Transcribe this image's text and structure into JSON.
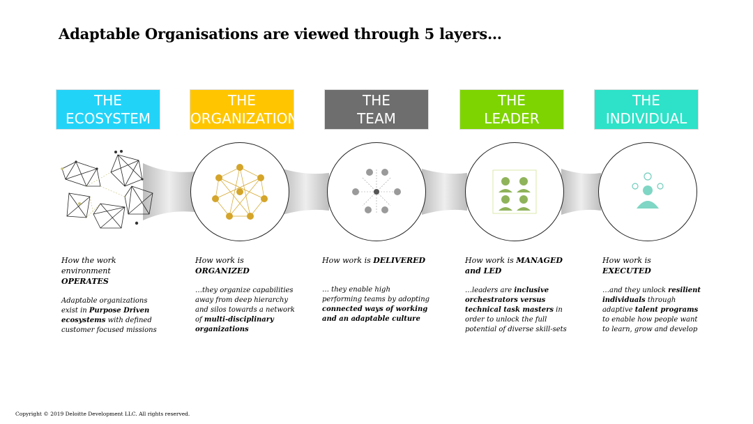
{
  "title": "Adaptable Organisations are viewed through 5 layers…",
  "copyright": "Copyright © 2019 Deloitte Development LLC. All rights reserved.",
  "layers": [
    {
      "line1": "THE",
      "line2": "ECOSYSTEM",
      "color": "#22D3F8",
      "icon": "network-cluster-icon",
      "how_pre": "How the work environment",
      "how_emph": "OPERATES",
      "body": [
        {
          "t": "Adaptable organizations exist in ",
          "b": false
        },
        {
          "t": "Purpose Driven ecosystems",
          "b": true
        },
        {
          "t": " with defined customer focused missions",
          "b": false
        }
      ]
    },
    {
      "line1": "THE",
      "line2": "ORGANIZATION",
      "color": "#FFC600",
      "icon": "organization-network-icon",
      "how_pre": "How work is",
      "how_emph": "ORGANIZED",
      "body": [
        {
          "t": "…they organize capabilities away from deep hierarchy and silos towards a network of ",
          "b": false
        },
        {
          "t": "multi-disciplinary organizations",
          "b": true
        }
      ]
    },
    {
      "line1": "THE",
      "line2": "TEAM",
      "color": "#6E6E6E",
      "icon": "team-people-icon",
      "how_pre": "How work is",
      "how_emph": "DELIVERED",
      "body": [
        {
          "t": "… they enable high performing teams by adopting ",
          "b": false
        },
        {
          "t": "connected ways of working and an adaptable culture",
          "b": true
        }
      ]
    },
    {
      "line1": "THE",
      "line2": "LEADER",
      "color": "#7ED400",
      "icon": "leaders-icon",
      "how_pre": "How work is",
      "how_emph": "MANAGED and LED",
      "body": [
        {
          "t": "…leaders are ",
          "b": false
        },
        {
          "t": "inclusive orchestrators versus technical task masters",
          "b": true
        },
        {
          "t": " in order to unlock the full potential of diverse skill-sets",
          "b": false
        }
      ]
    },
    {
      "line1": "THE",
      "line2": "INDIVIDUAL",
      "color": "#2DE2C8",
      "icon": "individual-person-icon",
      "how_pre": "How work is",
      "how_emph": "EXECUTED",
      "body": [
        {
          "t": "…and they unlock ",
          "b": false
        },
        {
          "t": "resilient individuals",
          "b": true
        },
        {
          "t": " through adaptive ",
          "b": false
        },
        {
          "t": "talent programs",
          "b": true
        },
        {
          "t": " to enable how people want to learn, grow and develop",
          "b": false
        }
      ]
    }
  ]
}
